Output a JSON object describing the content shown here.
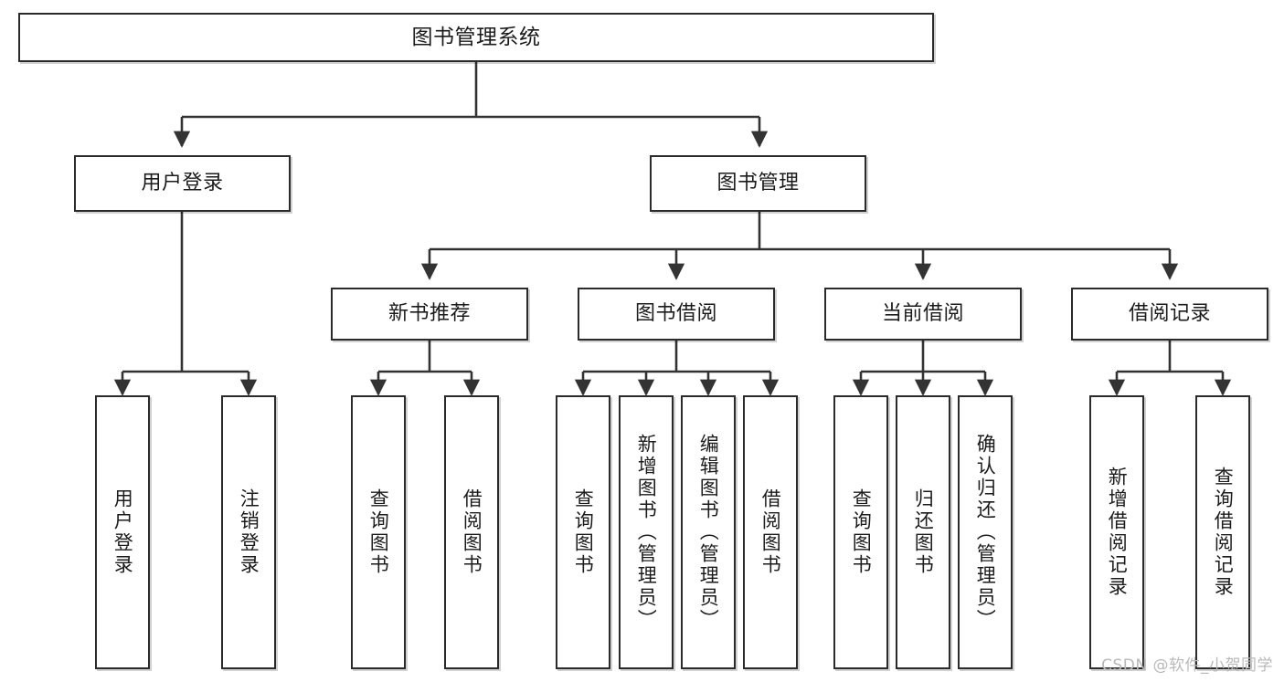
{
  "diagram": {
    "type": "tree-hierarchy",
    "title": "图书管理系统",
    "watermark": "CSDN @软件_小贺同学",
    "colors": {
      "box_border": "#2b2b2b",
      "box_fill": "#ffffff",
      "connector": "#333333",
      "text": "#1b1b1b",
      "watermark": "#b9b9b9"
    },
    "nodes": {
      "root": {
        "label": "图书管理系统"
      },
      "level2": [
        {
          "id": "user-login",
          "label": "用户登录"
        },
        {
          "id": "book-management",
          "label": "图书管理"
        }
      ],
      "level3": [
        {
          "id": "new-book-recommend",
          "label": "新书推荐"
        },
        {
          "id": "book-borrow",
          "label": "图书借阅"
        },
        {
          "id": "current-borrow",
          "label": "当前借阅"
        },
        {
          "id": "borrow-record",
          "label": "借阅记录"
        }
      ],
      "leaves": {
        "user_login": [
          {
            "id": "leaf-user-login",
            "label": "用户登录"
          },
          {
            "id": "leaf-logout-login",
            "label": "注销登录"
          }
        ],
        "new_book_recommend": [
          {
            "id": "leaf-query-book-1",
            "label": "查询图书"
          },
          {
            "id": "leaf-borrow-book-1",
            "label": "借阅图书"
          }
        ],
        "book_borrow": [
          {
            "id": "leaf-query-book-2",
            "label": "查询图书"
          },
          {
            "id": "leaf-add-book",
            "label": "新增图书（管理员）"
          },
          {
            "id": "leaf-edit-book",
            "label": "编辑图书（管理员）"
          },
          {
            "id": "leaf-borrow-book-2",
            "label": "借阅图书"
          }
        ],
        "current_borrow": [
          {
            "id": "leaf-query-book-3",
            "label": "查询图书"
          },
          {
            "id": "leaf-return-book",
            "label": "归还图书"
          },
          {
            "id": "leaf-confirm-return",
            "label": "确认归还（管理员）"
          }
        ],
        "borrow_record": [
          {
            "id": "leaf-add-borrow-record",
            "label": "新增借阅记录"
          },
          {
            "id": "leaf-query-borrow-record",
            "label": "查询借阅记录"
          }
        ]
      }
    }
  }
}
